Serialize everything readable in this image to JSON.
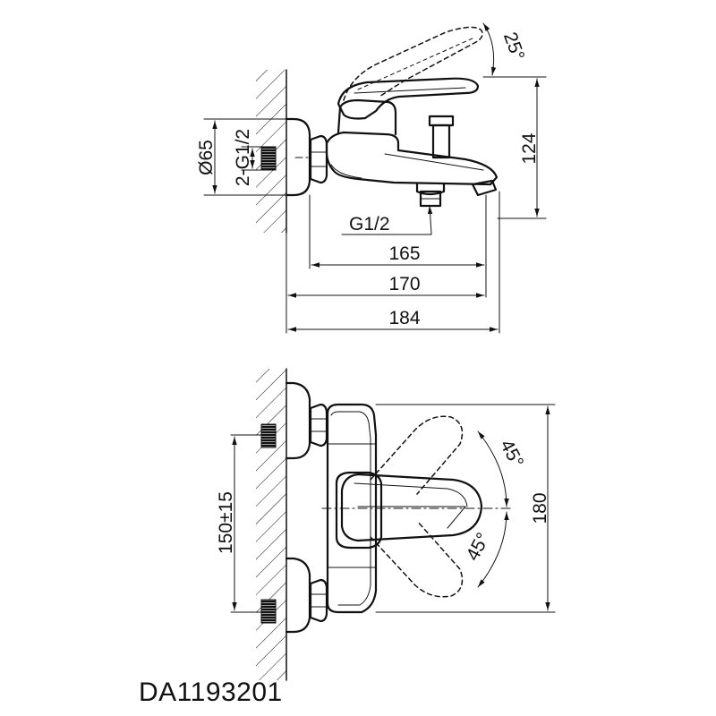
{
  "drawing": {
    "model_code": "DA1193201",
    "side_view": {
      "dims": {
        "diameter": "Ø65",
        "connection": "2-G1/2",
        "outlet_thread": "G1/2",
        "length_165": "165",
        "length_170": "170",
        "length_184": "184",
        "height": "124",
        "lever_angle": "25°"
      }
    },
    "top_view": {
      "dims": {
        "centers": "150±15",
        "width": "180",
        "angle_upper": "45°",
        "angle_lower": "45°"
      }
    }
  },
  "colors": {
    "line": "#111111",
    "background": "#ffffff"
  }
}
